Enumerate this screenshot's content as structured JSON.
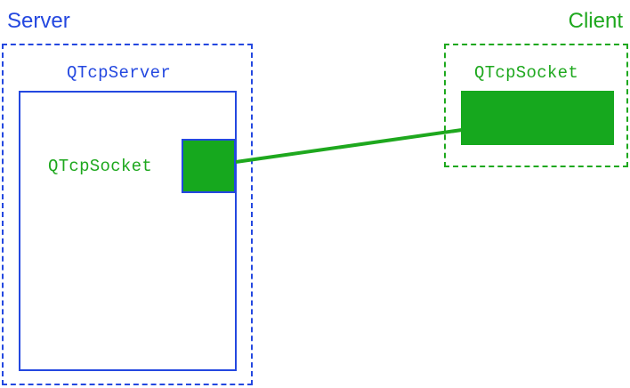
{
  "server": {
    "title": "Server",
    "server_class": "QTcpServer",
    "socket_class": "QTcpSocket"
  },
  "client": {
    "title": "Client",
    "socket_class": "QTcpSocket"
  },
  "colors": {
    "server_blue": "#2448e0",
    "client_green": "#1ea81e",
    "socket_fill": "#16a81e"
  }
}
